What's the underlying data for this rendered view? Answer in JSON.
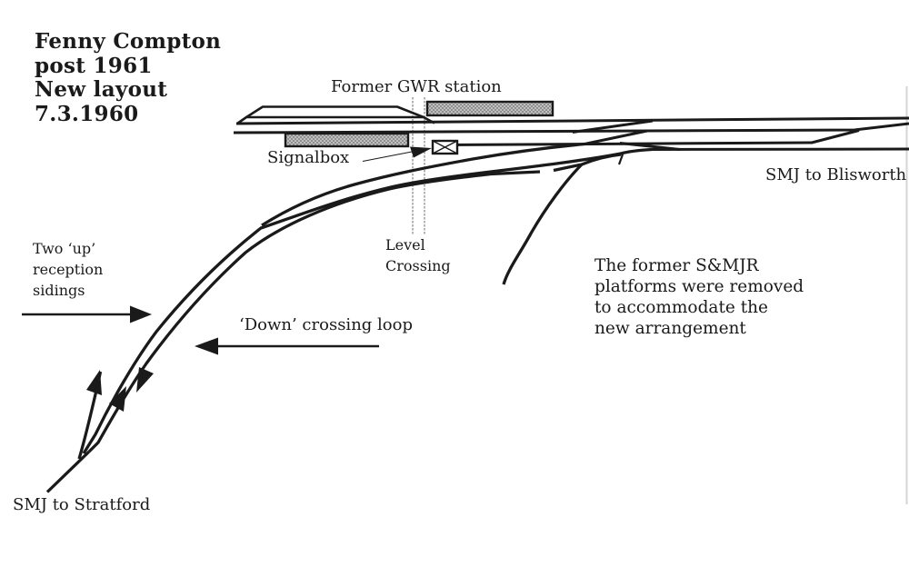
{
  "title": {
    "lines": [
      "Fenny Compton",
      "post 1961",
      "New layout",
      "7.3.1960"
    ]
  },
  "labels": {
    "station": "Former GWR station",
    "signalbox": "Signalbox",
    "level_crossing": {
      "lines": [
        "Level",
        "Crossing"
      ]
    },
    "blisworth": "SMJ to Blisworth",
    "sidings": {
      "lines": [
        "Two ‘up’",
        "reception",
        "sidings"
      ]
    },
    "down_loop": "‘Down’ crossing loop",
    "note": {
      "lines": [
        "The former S&MJR",
        "platforms were removed",
        "to accommodate the",
        "new arrangement"
      ]
    },
    "stratford": "SMJ to Stratford"
  },
  "icons": {
    "signalbox": "crossed-box-icon",
    "direction_arrows": "filled-triangle",
    "level_crossing": "double-dotted-line"
  },
  "colors": {
    "ink": "#1a1a1a",
    "background": "#ffffff",
    "platform_fill": "#c0c0c0",
    "platform_dot": "#8f8f8f",
    "crossing_line": "#9c9c9c"
  }
}
